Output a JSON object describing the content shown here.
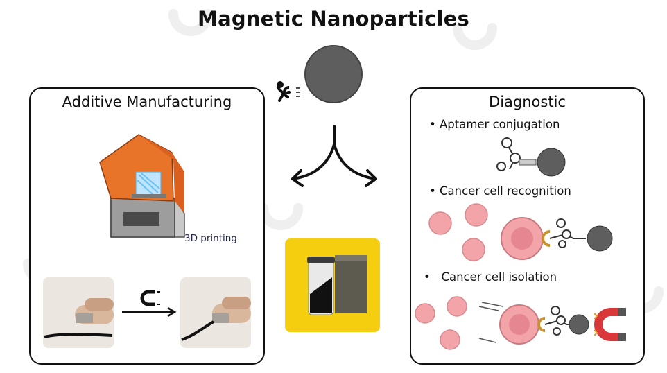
{
  "title": "Magnetic Nanoparticles",
  "left_panel": {
    "title": "Additive Manufacturing",
    "printer_caption": "3D printing"
  },
  "right_panel": {
    "title": "Diagnostic",
    "bullets": [
      "Aptamer conjugation",
      "Cancer cell recognition",
      "Cancer cell isolation"
    ]
  },
  "colors": {
    "nanoparticle": "#5e5e5e",
    "printer_lid": "#e8742a",
    "magnet_red": "#d9373a",
    "cancer_cell": "#f2a4a8",
    "photo_background": "#f5cf0f"
  },
  "icons": [
    "person-pulling-magnet-icon",
    "magnet-icon",
    "arrow-icon",
    "magnet-icon"
  ]
}
